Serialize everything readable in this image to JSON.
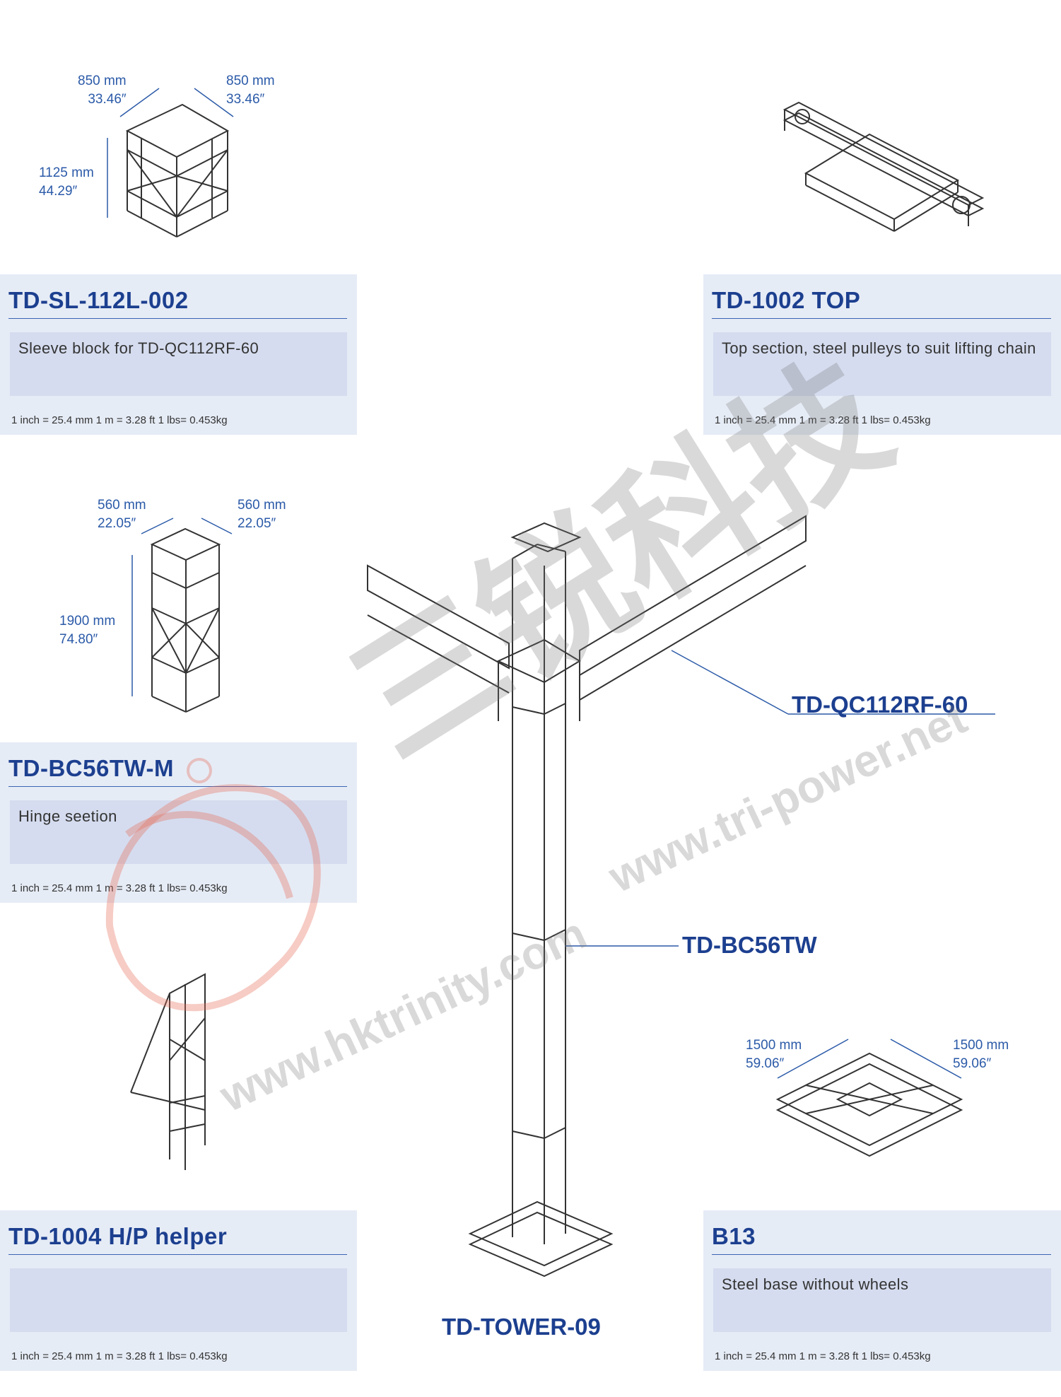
{
  "cards": [
    {
      "title": "TD-SL-112L-002",
      "desc": "Sleeve block for TD-QC112RF-60",
      "units": "1 inch = 25.4 mm    1 m = 3.28 ft    1 lbs= 0.453kg"
    },
    {
      "title": "TD-1002 TOP",
      "desc": "Top section, steel pulleys to suit lifting chain",
      "units": "1 inch = 25.4 mm    1 m = 3.28 ft    1 lbs= 0.453kg"
    },
    {
      "title": "TD-BC56TW-M",
      "desc": "Hinge seetion",
      "units": "1 inch = 25.4 mm    1 m = 3.28 ft    1 lbs= 0.453kg"
    },
    {
      "title": "TD-1004 H/P helper",
      "desc": "",
      "units": "1 inch = 25.4 mm    1 m = 3.28 ft    1 lbs= 0.453kg"
    },
    {
      "title": "B13",
      "desc": "Steel base without wheels",
      "units": "1 inch = 25.4 mm    1 m = 3.28 ft    1 lbs= 0.453kg"
    }
  ],
  "dims": {
    "sleeve_left": "850 mm\n33.46″",
    "sleeve_right": "850 mm\n33.46″",
    "sleeve_height": "1125 mm\n44.29″",
    "hinge_left": "560 mm\n22.05″",
    "hinge_right": "560 mm\n22.05″",
    "hinge_height": "1900 mm\n74.80″",
    "base_left": "1500 mm\n59.06″",
    "base_right": "1500 mm\n59.06″"
  },
  "callouts": {
    "qc112": "TD-QC112RF-60",
    "bc56": "TD-BC56TW",
    "tower": "TD-TOWER-09"
  },
  "watermark": {
    "chinese": "三锐科技",
    "url1": "www.tri-power.net",
    "url2": "www.hktrinity.com"
  }
}
